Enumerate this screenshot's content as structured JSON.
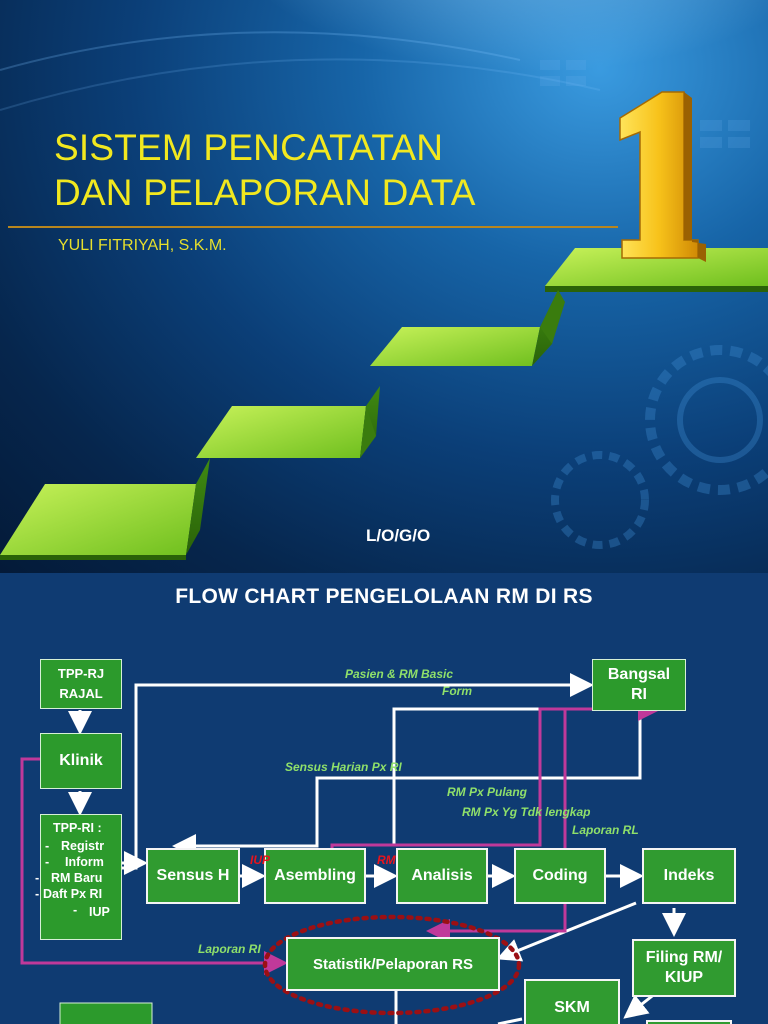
{
  "slide1": {
    "title_line1": "SISTEM PENCATATAN",
    "title_line2": "DAN PELAPORAN DATA",
    "author": "YULI FITRIYAH, S.K.M.",
    "number_graphic": "1",
    "logo_text": "L/O/G/O"
  },
  "slide2": {
    "title": "FLOW CHART PENGELOLAAN RM DI RS",
    "boxes": {
      "tpp_rj_line1": "TPP-RJ",
      "tpp_rj_line2": "RAJAL",
      "klinik": "Klinik",
      "tpp_ri_title": "TPP-RI :",
      "tpp_ri_items": [
        "Registr",
        "Inform",
        "RM Baru",
        "Daft Px RI",
        "IUP"
      ],
      "bangsal_line1": "Bangsal",
      "bangsal_line2": "RI",
      "sensus": "Sensus H",
      "asembling": "Asembling",
      "analisis": "Analisis",
      "coding": "Coding",
      "indeks": "Indeks",
      "statistik": "Statistik/Pelaporan RS",
      "filing_line1": "Filing RM/",
      "filing_line2": "KIUP",
      "skm": "SKM"
    },
    "labels": {
      "pasien_rm": "Pasien & RM Basic",
      "form": "Form",
      "sensus_harian": "Sensus Harian Px RI",
      "rm_pulang": "RM Px Pulang",
      "rm_tdk_lengkap": "RM Px Yg Tdk lengkap",
      "laporan_rl": "Laporan RL",
      "laporan_ri": "Laporan RI",
      "iup": "IUP",
      "rm": "RM"
    },
    "colors": {
      "box_fill": "#2c9a2c",
      "label_green": "#8fe06a",
      "magenta_line": "#c0399a",
      "red_dashed_ellipse": "#9b1014",
      "background": "#0f3b72"
    }
  }
}
